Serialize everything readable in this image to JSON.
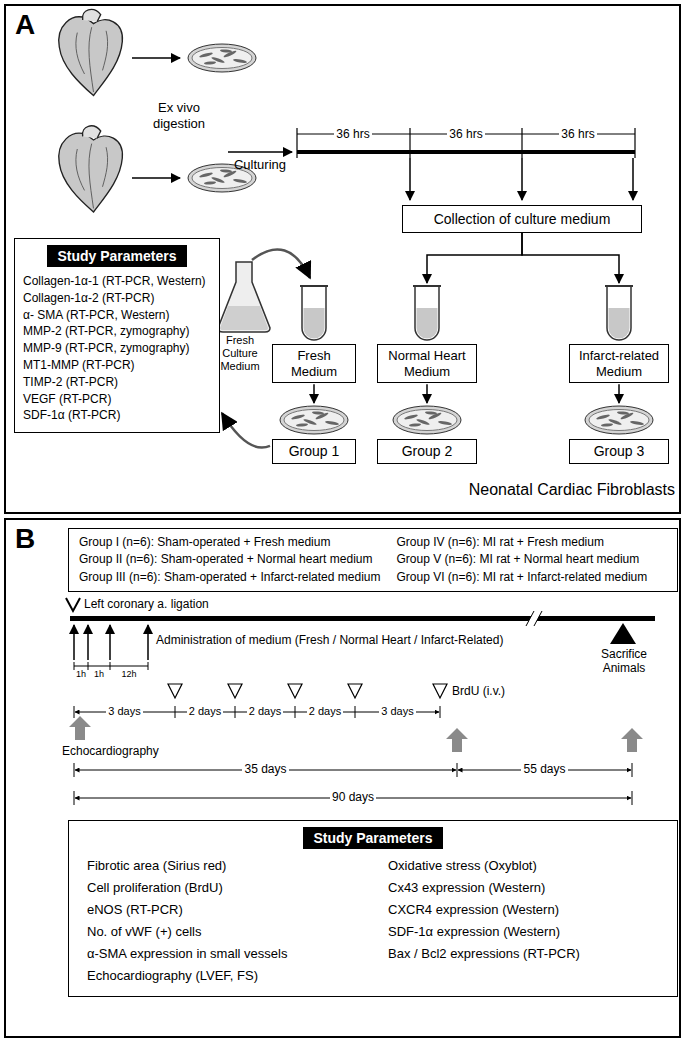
{
  "diagram": {
    "nodes": [
      {
        "text": [
          "A"
        ]
      },
      {
        "text": [
          "Collection of culture medium"
        ],
        "in": 0
      },
      {
        "text": [
          "Study Parameters",
          "Collagen-1α-1 (RT-PCR, Western)",
          "Collagen-1α-2 (RT-PCR)",
          "α- SMA (RT-PCR, Western)",
          "MMP-2 (RT-PCR, zymography)",
          "MMP-9 (RT-PCR, zymography)",
          "MT1-MMP (RT-PCR)",
          "TIMP-2 (RT-PCR)",
          "VEGF (RT-PCR)",
          "SDF-1α (RT-PCR)"
        ],
        "in": 0
      },
      {
        "text": [
          "Fresh Medium"
        ],
        "in": 0
      },
      {
        "text": [
          "Normal Heart Medium"
        ],
        "in": 0
      },
      {
        "text": [
          "Infarct-related Medium"
        ],
        "in": 0
      },
      {
        "text": [
          "Group 1"
        ],
        "in": 0
      },
      {
        "text": [
          "Group 2"
        ],
        "in": 0
      },
      {
        "text": [
          "Group 3"
        ],
        "in": 0
      },
      {
        "text": [
          "B"
        ]
      },
      {
        "text": [
          "Group I (n=6): Sham-operated + Fresh medium",
          "Group II (n=6): Sham-operated + Normal heart medium",
          "Group III (n=6): Sham-operated + Infarct-related medium",
          "Group IV (n=6): MI rat + Fresh medium",
          "Group V (n=6): MI rat + Normal heart medium",
          "Group VI (n=6): MI rat + Infarct-related medium"
        ],
        "in": 9
      },
      {
        "text": [
          "Study Parameters",
          "Fibrotic area (Sirius red)",
          "Cell proliferation (BrdU)",
          "eNOS (RT-PCR)",
          "No. of vWF (+) cells",
          "α-SMA expression in small vessels",
          "Echocardiography (LVEF, FS)",
          "Oxidative stress (Oxyblot)",
          "Cx43 expression (Western)",
          "CXCR4 expression (Western)",
          "SDF-1α expression (Western)",
          "Bax / Bcl2 expressions (RT-PCR)"
        ],
        "in": 9
      }
    ],
    "edges": [
      {
        "from": 1,
        "to": 4,
        "arrow": "to"
      },
      {
        "from": 1,
        "to": 5,
        "arrow": "to"
      },
      {
        "from": 3,
        "to": 6,
        "arrow": "to"
      },
      {
        "from": 4,
        "to": 7,
        "arrow": "to"
      },
      {
        "from": 5,
        "to": 8,
        "arrow": "to"
      },
      {
        "from": 6,
        "to": 2,
        "arrow": "to"
      }
    ],
    "labels": [
      "Ex vivo digestion",
      "Culturing",
      "36 hrs",
      "36 hrs",
      "36 hrs",
      "Fresh Culture Medium",
      "Neonatal Cardiac Fibroblasts",
      "Left coronary a. ligation",
      "Administration of medium (Fresh / Normal Heart / Infarct-Related)",
      "1h",
      "1h",
      "12h",
      "3 days",
      "2 days",
      "2 days",
      "2 days",
      "3 days",
      "BrdU (i.v.)",
      "Echocardiography",
      "35 days",
      "55 days",
      "90 days",
      "Sacrifice Animals"
    ]
  }
}
